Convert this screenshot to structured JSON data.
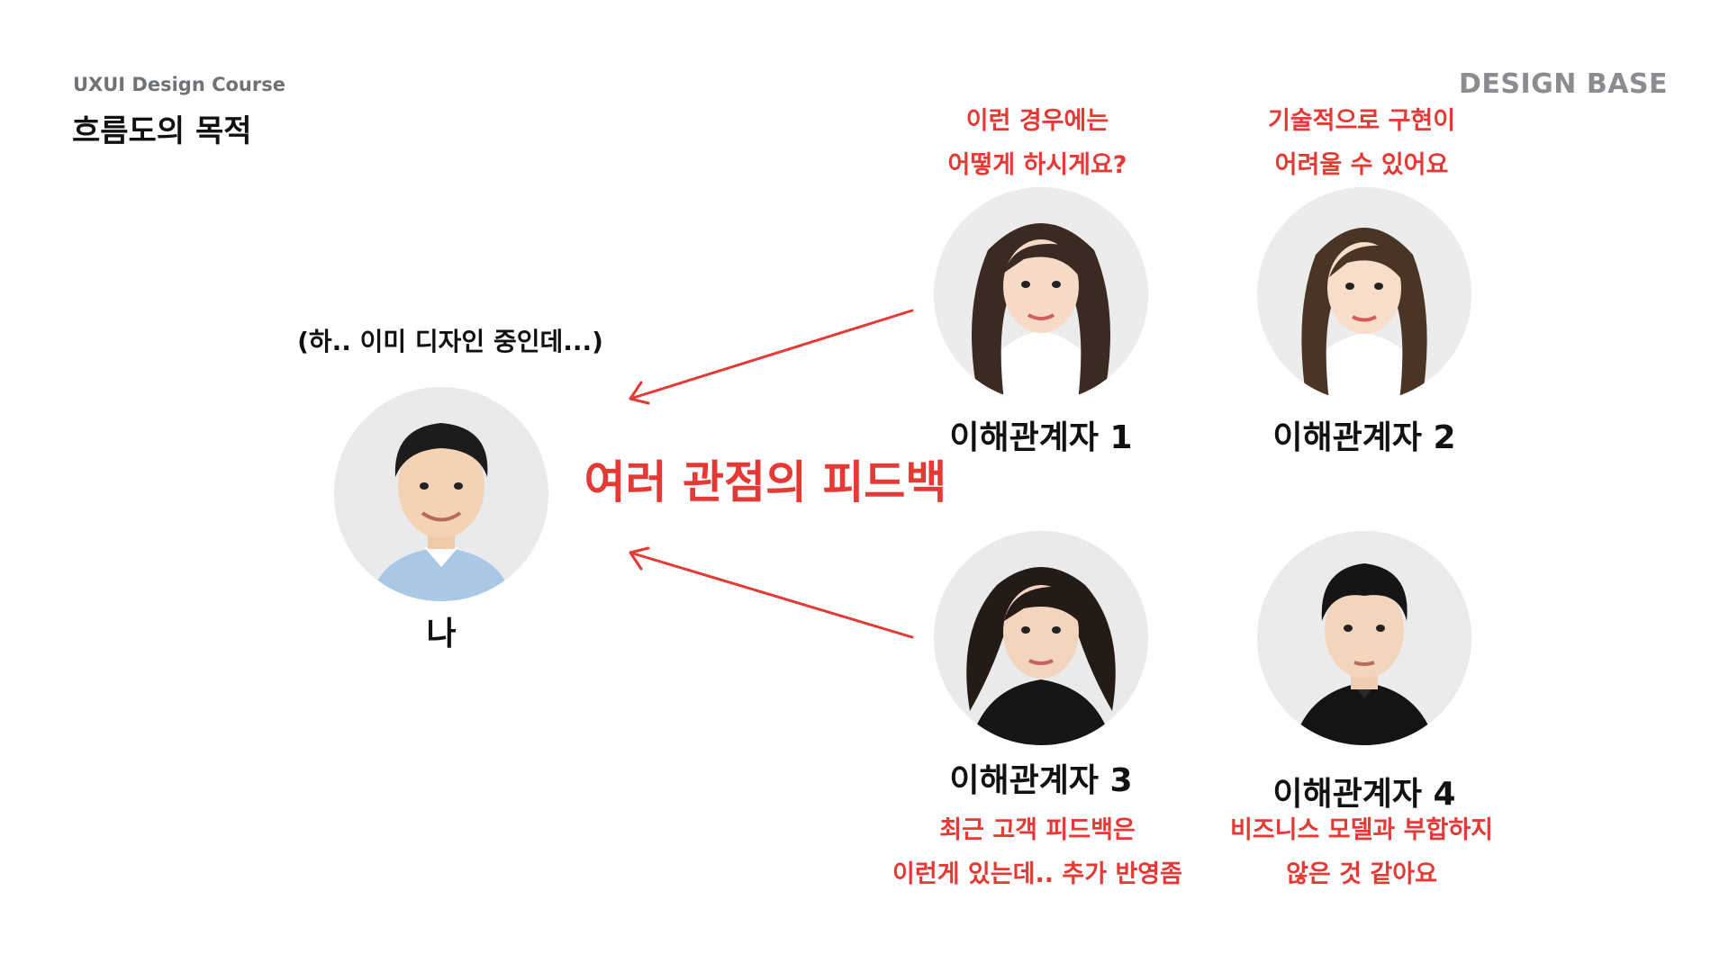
{
  "header": {
    "course": "UXUI Design Course",
    "title": "흐름도의 목적",
    "brand": "DESIGN BASE"
  },
  "me": {
    "thought": "(하.. 이미 디자인 중인데...)",
    "name": "나"
  },
  "center_label": "여러 관점의 피드백",
  "stakeholders": [
    {
      "name": "이해관계자 1",
      "quote_line1": "이런 경우에는",
      "quote_line2": "어떻게 하시게요?"
    },
    {
      "name": "이해관계자 2",
      "quote_line1": "기술적으로 구현이",
      "quote_line2": "어려울 수 있어요"
    },
    {
      "name": "이해관계자 3",
      "quote_line1": "최근 고객 피드백은",
      "quote_line2": "이런게 있는데.. 추가 반영좀"
    },
    {
      "name": "이해관계자 4",
      "quote_line1": "비즈니스 모델과 부합하지",
      "quote_line2": "않은 것 같아요"
    }
  ],
  "colors": {
    "accent": "#e53935",
    "text": "#111111",
    "muted": "#6f7276"
  }
}
